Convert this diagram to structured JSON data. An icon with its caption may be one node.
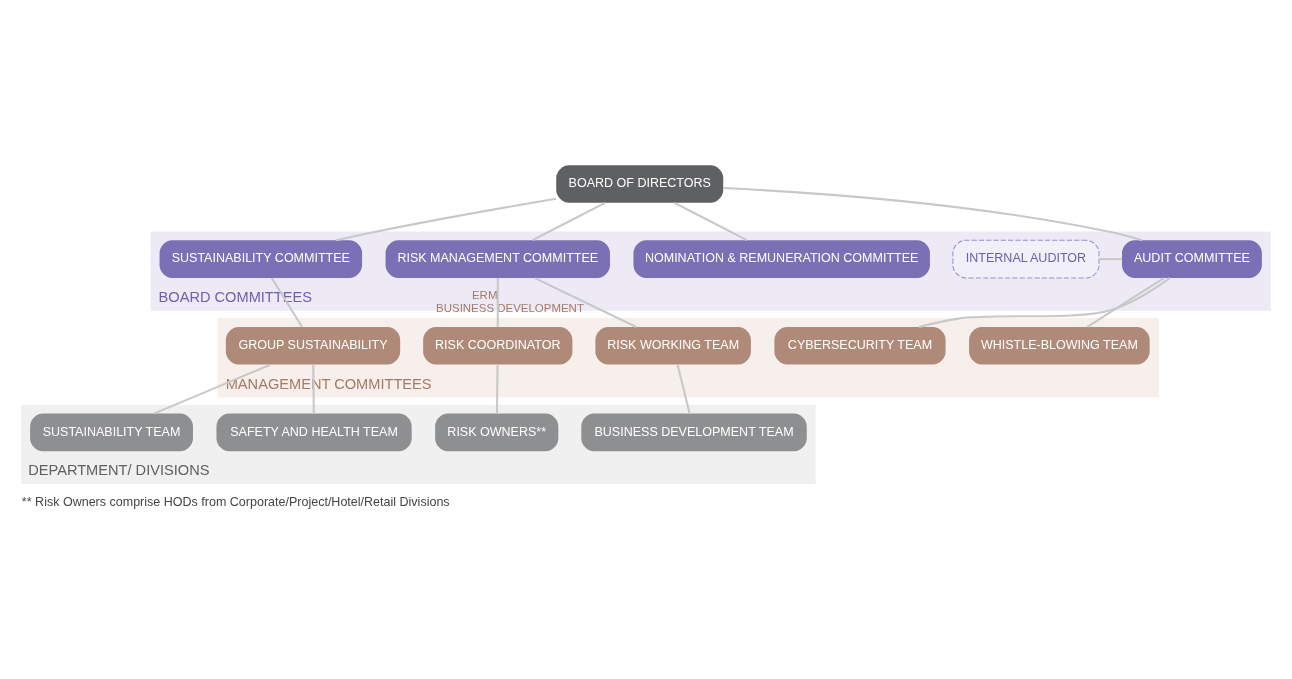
{
  "diagram": {
    "caption": "** Risk Owners comprise HODs from Corporate/Project/Hotel/Retail Divisions",
    "nodes": [
      {
        "text": [
          "BOARD OF DIRECTORS"
        ]
      },
      {
        "text": [
          "BOARD COMMITTEES"
        ]
      },
      {
        "text": [
          "INTERNAL AUDITOR"
        ],
        "in": 1
      },
      {
        "text": [
          "AUDIT COMMITTEE"
        ],
        "in": 1
      },
      {
        "text": [
          "NOMINATION & REMUNERATION COMMITTEE"
        ],
        "in": 1
      },
      {
        "text": [
          "RISK MANAGEMENT COMMITTEE"
        ],
        "in": 1
      },
      {
        "text": [
          "SUSTAINABILITY COMMITTEE"
        ],
        "in": 1
      },
      {
        "text": [
          "MANAGEMENT COMMITTEES"
        ]
      },
      {
        "text": [
          "WHISTLE-BLOWING TEAM"
        ],
        "in": 7
      },
      {
        "text": [
          "CYBERSECURITY TEAM"
        ],
        "in": 7
      },
      {
        "text": [
          "RISK WORKING TEAM"
        ],
        "in": 7
      },
      {
        "text": [
          "RISK COORDINATOR"
        ],
        "in": 7
      },
      {
        "text": [
          "GROUP SUSTAINABILITY"
        ],
        "in": 7
      },
      {
        "text": [
          "DEPARTMENT/ DIVISIONS"
        ]
      },
      {
        "text": [
          "BUSINESS DEVELOPMENT TEAM"
        ],
        "in": 13
      },
      {
        "text": [
          "RISK OWNERS**"
        ],
        "in": 13
      },
      {
        "text": [
          "SAFETY AND HEALTH TEAM"
        ],
        "in": 13
      },
      {
        "text": [
          "SUSTAINABILITY TEAM"
        ],
        "in": 13
      }
    ],
    "edges": [
      {
        "from": 0,
        "to": 3,
        "arrow": "none"
      },
      {
        "from": 0,
        "to": 4,
        "arrow": "none"
      },
      {
        "from": 0,
        "to": 5,
        "arrow": "none"
      },
      {
        "from": 0,
        "to": 6,
        "arrow": "none"
      },
      {
        "from": 2,
        "to": 3,
        "arrow": "none"
      },
      {
        "from": 3,
        "to": 8,
        "arrow": "none"
      },
      {
        "from": 3,
        "to": 9,
        "arrow": "none"
      },
      {
        "from": 5,
        "to": 10,
        "arrow": "none",
        "label": "BUSINESS DEVELOPMENT"
      },
      {
        "from": 5,
        "to": 11,
        "arrow": "none",
        "label": "ERM"
      },
      {
        "from": 6,
        "to": 12,
        "arrow": "none"
      },
      {
        "from": 10,
        "to": 14,
        "arrow": "none"
      },
      {
        "from": 11,
        "to": 15,
        "arrow": "none"
      },
      {
        "from": 12,
        "to": 16,
        "arrow": "none"
      },
      {
        "from": 12,
        "to": 17,
        "arrow": "none"
      }
    ]
  }
}
